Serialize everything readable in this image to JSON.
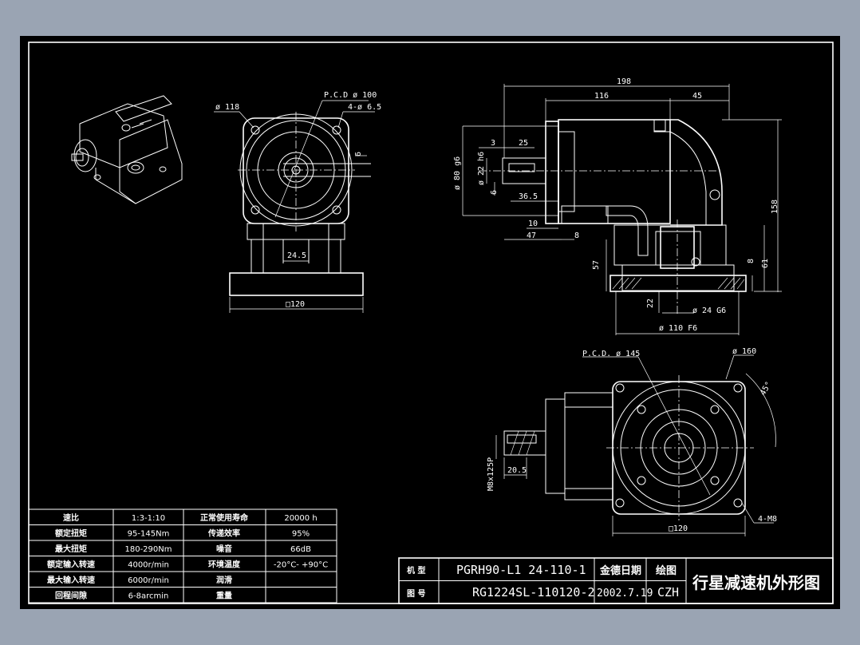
{
  "spec_table": {
    "rows": [
      {
        "label": "速比",
        "value": "1:3-1:10",
        "label2": "正常使用寿命",
        "value2": "20000 h"
      },
      {
        "label": "额定扭矩",
        "value": "95-145Nm",
        "label2": "传递效率",
        "value2": "95%"
      },
      {
        "label": "最大扭矩",
        "value": "180-290Nm",
        "label2": "噪音",
        "value2": "66dB"
      },
      {
        "label": "额定输入转速",
        "value": "4000r/min",
        "label2": "环境温度",
        "value2": "-20°C- +90°C"
      },
      {
        "label": "最大输入转速",
        "value": "6000r/min",
        "label2": "润滑",
        "value2": ""
      },
      {
        "label": "回程间隙",
        "value": "6-8arcmin",
        "label2": "重量",
        "value2": ""
      }
    ]
  },
  "title_block": {
    "model_label": "机 型",
    "model_value": "PGRH90-L1 24-110-1",
    "drawing_no_label": "图 号",
    "drawing_no_value": "RG1224SL-110120-2",
    "company": "金德日期",
    "date": "2002.7.19",
    "drawer_label": "绘图",
    "drawer_value": "CZH",
    "title": "行星减速机外形图"
  },
  "dimensions": {
    "front_view": {
      "pcd": "P.C.D  ø 100",
      "holes": "4-ø 6.5",
      "diameter": "ø 118",
      "key_w": "6",
      "base_w": "24.5",
      "base_square": "□120"
    },
    "side_view": {
      "overall": "198",
      "body": "116",
      "offset": "45",
      "d1": "3",
      "d2": "25",
      "shaft_dia": "ø 22 h6",
      "pilot_dia": "ø 80 g6",
      "key": "6",
      "len1": "36.5",
      "len2": "10",
      "len3": "47",
      "len4": "8",
      "height": "158",
      "h57": "57",
      "h8": "8",
      "h61": "61",
      "h22": "22",
      "bore": "ø 24 G6",
      "flange": "ø 110 F6"
    },
    "bottom_view": {
      "pcd": "P.C.D.  ø 145",
      "outer": "ø 160",
      "angle": "45°",
      "thread": "M8x125P",
      "len": "20.5",
      "holes": "4-M8",
      "square": "□120"
    }
  }
}
